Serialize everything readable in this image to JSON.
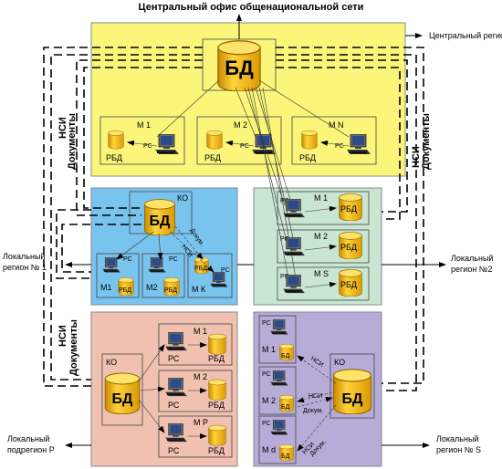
{
  "title": "Центральный офис общенациональной сети",
  "side_labels": {
    "central_region": "Центральный регион",
    "local_region_1_line1": "Локальный",
    "local_region_1_line2": "регион № 1",
    "local_region_2_line1": "Локальный",
    "local_region_2_line2": "регион №2",
    "local_subregion_p_line1": "Локальный",
    "local_subregion_p_line2": "подрегион Р",
    "local_region_s_line1": "Локальный",
    "local_region_s_line2": "регион № S"
  },
  "vertical_labels": {
    "nsi": "НСИ",
    "documents": "Документы"
  },
  "central": {
    "db": "БД",
    "modules": [
      {
        "name": "М 1",
        "pc": "РС",
        "rdb": "РБД"
      },
      {
        "name": "М 2",
        "pc": "РС",
        "rdb": "РБД"
      },
      {
        "name": "М N",
        "pc": "РС",
        "rdb": "РБД"
      }
    ]
  },
  "blue": {
    "ko": "КО",
    "db": "БД",
    "modules": [
      {
        "name": "М1",
        "pc": "РС",
        "rdb": "РБД"
      },
      {
        "name": "М2",
        "pc": "РС",
        "rdb": "РБД"
      },
      {
        "name": "М К",
        "pc": "РС",
        "rdb": "РБД"
      }
    ],
    "nsi": "НСИ",
    "docs": "Докум."
  },
  "green": {
    "modules": [
      {
        "name": "М 1",
        "pc": "РС",
        "rdb": "РБД"
      },
      {
        "name": "М 2",
        "pc": "РС",
        "rdb": "РБД"
      },
      {
        "name": "М S",
        "pc": "РС",
        "rdb": "РБД"
      }
    ]
  },
  "pink": {
    "ko": "КО",
    "db": "БД",
    "modules": [
      {
        "name": "М 1",
        "pc": "РС",
        "rdb": "РБД"
      },
      {
        "name": "М 2",
        "pc": "РС",
        "rdb": "РБД"
      },
      {
        "name": "М Р",
        "pc": "РС",
        "rdb": "РБД"
      }
    ]
  },
  "purple": {
    "ko": "КО",
    "db": "БД",
    "modules": [
      {
        "name": "М 1",
        "pc": "РС",
        "db": "БД"
      },
      {
        "name": "М 2",
        "pc": "РС",
        "db": "БД"
      },
      {
        "name": "М d",
        "pc": "РС",
        "db": "БД"
      }
    ],
    "nsi": "НСИ",
    "docs": "Докум."
  },
  "colors": {
    "central_fill": "#fbf67a",
    "blue_fill": "#79c4ee",
    "green_fill": "#c9e6d2",
    "pink_fill": "#f0c0b0",
    "purple_fill": "#b7acd8",
    "db_fill": "#f5b80f",
    "db_top": "#fde36a"
  }
}
